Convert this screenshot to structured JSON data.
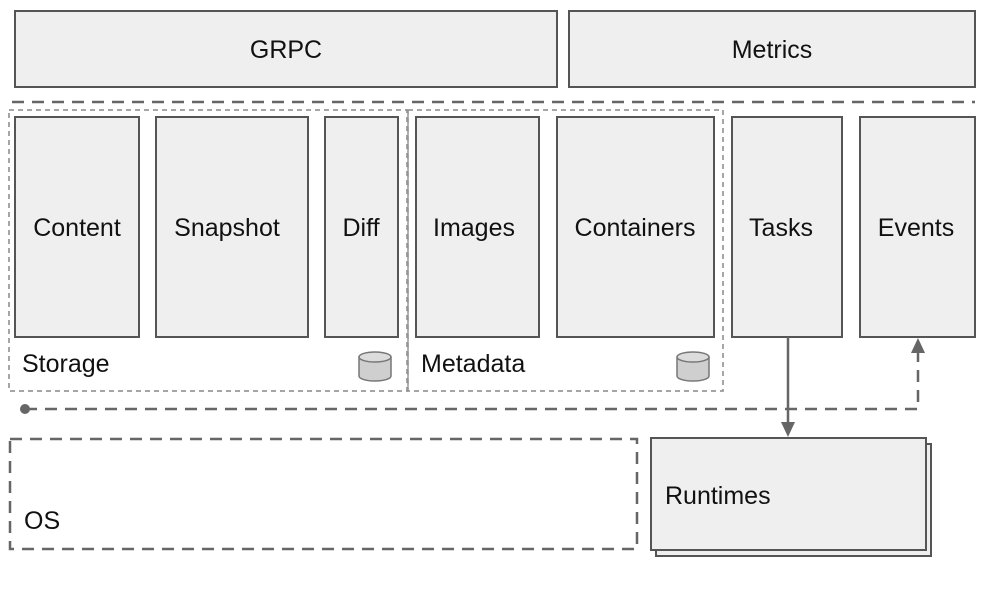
{
  "diagram": {
    "boxes": {
      "grpc": "GRPC",
      "metrics": "Metrics",
      "content": "Content",
      "snapshot": "Snapshot",
      "diff": "Diff",
      "images": "Images",
      "containers": "Containers",
      "tasks": "Tasks",
      "events": "Events",
      "runtimes": "Runtimes"
    },
    "groups": {
      "storage": "Storage",
      "metadata": "Metadata",
      "os": "OS"
    },
    "icons": {
      "storage_db": "database-icon",
      "metadata_db": "database-icon"
    },
    "colors": {
      "box_fill": "#efefef",
      "box_stroke": "#555555",
      "dash_stroke": "#666666",
      "arrow": "#666666"
    }
  }
}
